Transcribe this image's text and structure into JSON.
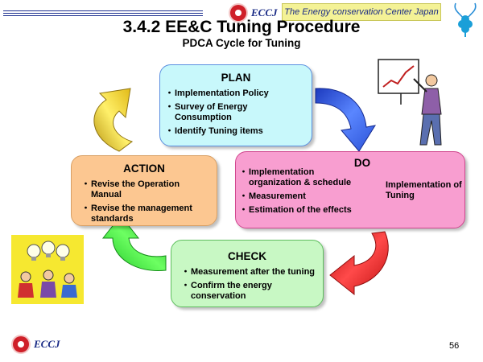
{
  "header": {
    "logo_text": "ECCJ",
    "org_name": "The Energy conservation Center Japan"
  },
  "title": "3.4.2 EE&C Tuning Procedure",
  "subtitle": "PDCA Cycle for Tuning",
  "plan": {
    "title": "PLAN",
    "items": [
      "Implementation Policy",
      "Survey of Energy Consumption",
      "Identify Tuning items"
    ]
  },
  "do": {
    "title": "DO",
    "items": [
      "Implementation organization & schedule",
      "Measurement",
      "Estimation of the effects"
    ],
    "result": "Implementation of Tuning"
  },
  "action": {
    "title": "ACTION",
    "items": [
      "Revise the Operation Manual",
      "Revise the management standards"
    ]
  },
  "check": {
    "title": "CHECK",
    "items": [
      "Measurement after the tuning",
      "Confirm the energy conservation"
    ]
  },
  "footer": {
    "logo_text": "ECCJ",
    "page_number": "56"
  },
  "colors": {
    "plan_fill": "#c8f8fb",
    "do_fill": "#f89ed0",
    "action_fill": "#fcc791",
    "check_fill": "#c8f8c4",
    "arrow_plan_to_do": "#2b52d6",
    "arrow_do_to_check": "#d81a1a",
    "arrow_check_to_action": "#26d62e",
    "arrow_action_to_plan": "#e8c81a"
  }
}
